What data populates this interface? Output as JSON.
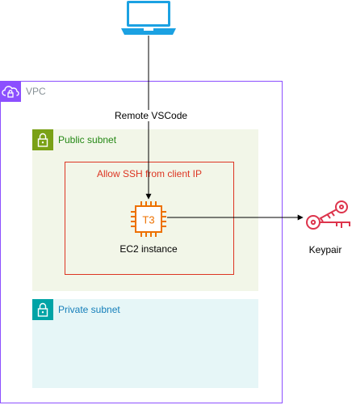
{
  "vpc": {
    "label": "VPC",
    "icon": "vpc-cloud-lock-icon"
  },
  "public_subnet": {
    "label": "Public subnet",
    "icon": "padlock-icon"
  },
  "private_subnet": {
    "label": "Private subnet",
    "icon": "padlock-icon"
  },
  "security_group": {
    "label": "Allow SSH from client IP"
  },
  "ec2": {
    "label": "EC2 instance",
    "chip_text": "T3",
    "icon": "ec2-t3-chip-icon"
  },
  "keypair": {
    "label": "Keypair",
    "icon": "keys-icon"
  },
  "client": {
    "icon": "laptop-icon"
  },
  "connection": {
    "label": "Remote VSCode"
  },
  "colors": {
    "vpc": "#8C4FFF",
    "public_subnet_fill": "#F2F6E8",
    "public_subnet_icon": "#7AA116",
    "public_subnet_text": "#248814",
    "private_subnet_fill": "#E6F6F7",
    "private_subnet_icon": "#00A4A6",
    "private_subnet_text": "#147EBA",
    "security_group": "#DD3522",
    "ec2": "#ED7100",
    "keypair": "#DD344C",
    "laptop": "#1BA1E2"
  }
}
